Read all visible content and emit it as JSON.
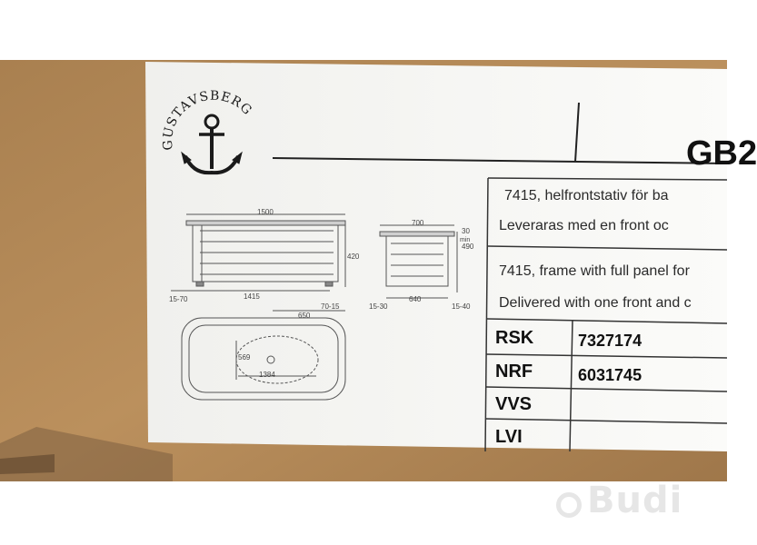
{
  "brand": {
    "name": "GUSTAVSBERG"
  },
  "label": {
    "model_code": "GB2",
    "description_sv_1": "7415, helfrontstativ för ba",
    "description_sv_2": "Leveraras med en front oc",
    "description_en_1": "7415, frame with full panel for",
    "description_en_2": "Delivered with one front and c"
  },
  "drawing": {
    "side_width": "1500",
    "side_height": "420",
    "side_inner_length": "1415",
    "side_left_adj": "15-70",
    "side_right_adj": "70-15",
    "end_width": "700",
    "end_top": "30",
    "end_min_label": "min",
    "end_height": "490",
    "end_inner": "640",
    "end_left_adj": "15-30",
    "end_right_adj": "15-40",
    "top_offset": "650",
    "top_basin_height": "569",
    "top_basin_length": "1384"
  },
  "table": {
    "rows": [
      {
        "code": "RSK",
        "value": "7327174"
      },
      {
        "code": "NRF",
        "value": "6031745"
      },
      {
        "code": "VVS",
        "value": ""
      },
      {
        "code": "LVI",
        "value": ""
      }
    ]
  },
  "watermark": {
    "text": "Budi"
  },
  "colors": {
    "cardboard": "#b88c5a",
    "label_paper": "#f6f6f3",
    "ink": "#222222"
  }
}
